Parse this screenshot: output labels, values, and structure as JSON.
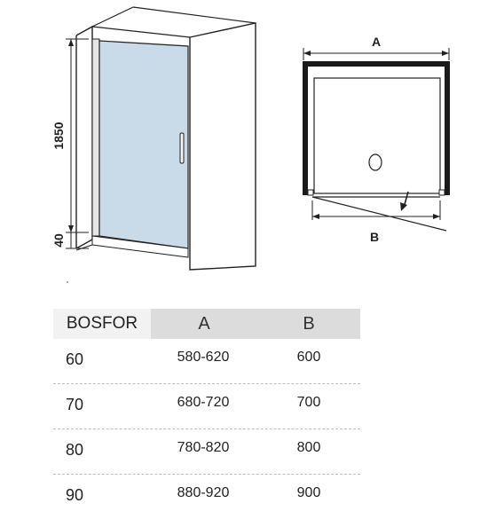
{
  "dimensions": {
    "height_door": "1850",
    "height_base": "40",
    "width_a": "A",
    "width_b": "B"
  },
  "table": {
    "model_name": "BOSFOR",
    "col_a": "A",
    "col_b": "B",
    "rows": [
      {
        "size": "60",
        "a": "580-620",
        "b": "600"
      },
      {
        "size": "70",
        "a": "680-720",
        "b": "700"
      },
      {
        "size": "80",
        "a": "780-820",
        "b": "800"
      },
      {
        "size": "90",
        "a": "880-920",
        "b": "900"
      }
    ]
  },
  "colors": {
    "glass": "#c9dbe8",
    "line": "#222222",
    "frame": "#1a1a1a",
    "header_bg": "#dcdcdc"
  }
}
